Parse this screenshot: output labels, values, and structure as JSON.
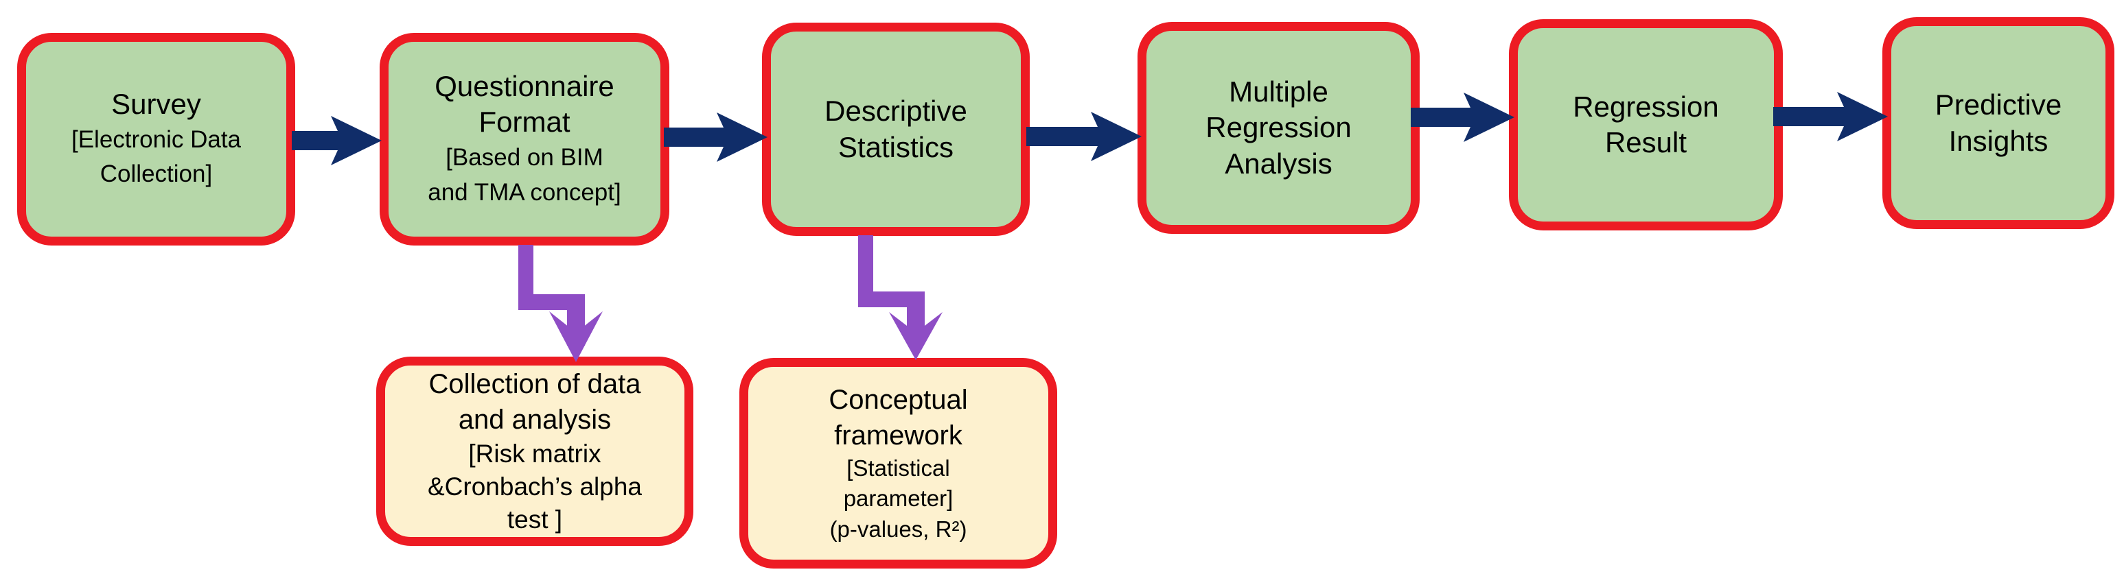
{
  "colors": {
    "background": "#ffffff",
    "box_green": "#b6d7a9",
    "box_cream": "#fdf1cf",
    "border_red": "#ed1b23",
    "arrow_navy": "#102d69",
    "arrow_purple": "#8e4dc5",
    "text": "#000000"
  },
  "main_boxes": [
    {
      "title": [
        "Survey"
      ],
      "sub": [
        "[Electronic Data",
        "Collection]"
      ]
    },
    {
      "title": [
        "Questionnaire",
        "Format"
      ],
      "sub": [
        "[Based on BIM",
        "and TMA concept]"
      ]
    },
    {
      "title": [
        "Descriptive",
        "Statistics"
      ],
      "sub": []
    },
    {
      "title": [
        "Multiple",
        "Regression",
        "Analysis"
      ],
      "sub": []
    },
    {
      "title": [
        "Regression",
        "Result"
      ],
      "sub": []
    },
    {
      "title": [
        "Predictive",
        "Insights"
      ],
      "sub": []
    }
  ],
  "sub_boxes": [
    {
      "title": [
        "Collection of data",
        "and analysis"
      ],
      "sub": [
        "[Risk matrix",
        "&Cronbach’s alpha",
        "test ]"
      ]
    },
    {
      "title": [
        "Conceptual",
        "framework"
      ],
      "sub": [
        "[Statistical",
        "parameter]",
        "(p-values, R²)"
      ]
    }
  ]
}
